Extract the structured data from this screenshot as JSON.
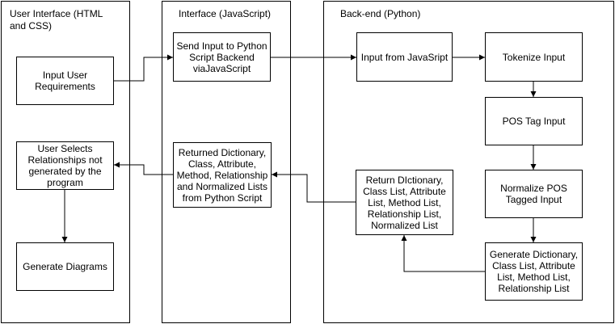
{
  "lanes": {
    "ui": {
      "title": "User Interface (HTML and CSS)"
    },
    "js": {
      "title": "Interface (JavaScript)"
    },
    "py": {
      "title": "Back-end (Python)"
    }
  },
  "nodes": {
    "input_requirements": "Input User Requirements",
    "user_selects": "User Selects Relationships not generated by the program",
    "generate_diagrams": "Generate Diagrams",
    "send_input": "Send Input to Python Script Backend viaJavaScript",
    "returned_dictionary": "Returned Dictionary, Class, Attribute, Method, Relationship and Normalized Lists from Python Script",
    "input_from_js": "Input from JavaSript",
    "tokenize": "Tokenize Input",
    "pos_tag": "POS Tag Input",
    "normalize": "Normalize POS Tagged Input",
    "generate_lists": "Generate Dictionary, Class List, Attribute List, Method List, Relationship List",
    "return_dictionary": "Return DIctionary, Class List, Attribute List, Method List, Relationship List, Normalized List"
  }
}
